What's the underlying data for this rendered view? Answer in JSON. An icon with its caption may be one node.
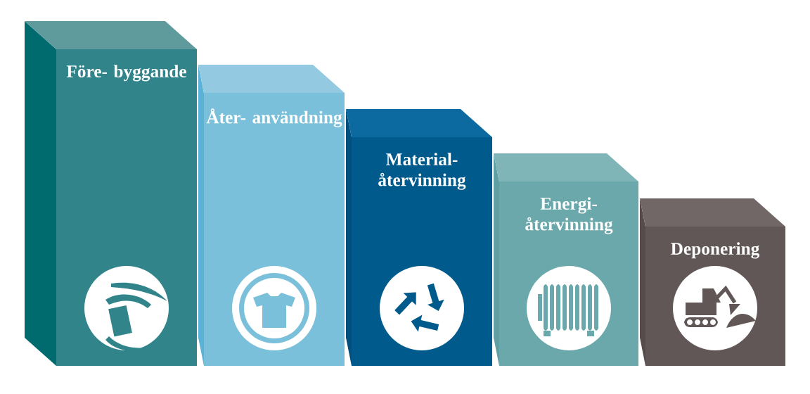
{
  "diagram": {
    "nodes": [
      {
        "text": [
          "Före- byggande"
        ]
      },
      {
        "text": [
          "Åter- användning"
        ]
      },
      {
        "text": [
          "Material- återvinning"
        ]
      },
      {
        "text": [
          "Energi- återvinning"
        ]
      },
      {
        "text": [
          "Deponering"
        ]
      }
    ]
  }
}
